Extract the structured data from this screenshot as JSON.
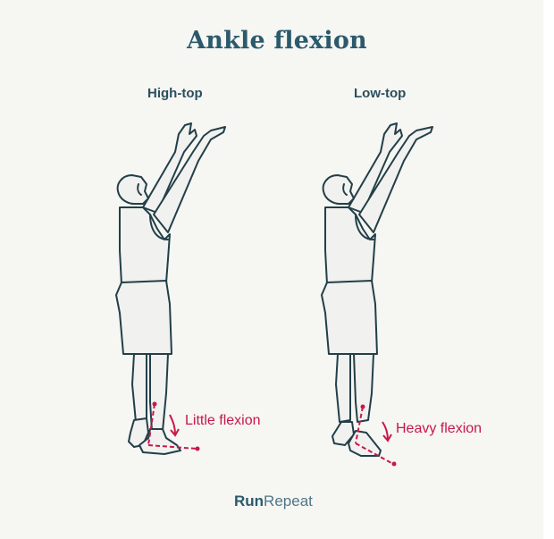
{
  "title": "Ankle flexion",
  "columns": [
    {
      "label": "High-top",
      "annotation": "Little flexion"
    },
    {
      "label": "Low-top",
      "annotation": "Heavy flexion"
    }
  ],
  "logo": {
    "bold": "Run",
    "light": "Repeat"
  },
  "colors": {
    "background": "#f6f6f3",
    "title": "#2b5a6c",
    "outline": "#223f48",
    "figure_fill": "#f1f1ef",
    "annotation": "#c8184a"
  }
}
